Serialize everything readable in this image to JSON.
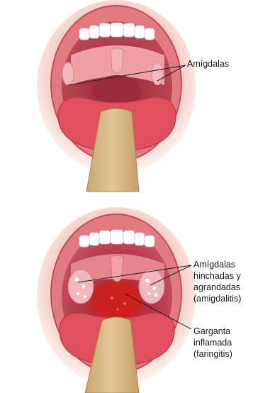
{
  "top_panel": {
    "labels": [
      "Amígdalas"
    ]
  },
  "bottom_panel": {
    "labels": [
      "Amígdalas",
      "hinchadas y",
      "agrandadas",
      "(amigdalitis)",
      "Garganta",
      "inflamada",
      "(faringitis)"
    ]
  },
  "colors": {
    "lip": "#e27a82",
    "lip_dark": "#c64a58",
    "skin": "#f4c1b6",
    "cavity": "#b7444f",
    "palate": "#eea0a6",
    "tongue": "#e0515d",
    "teeth": "#ffffff",
    "depressor": "#d8b784",
    "leader": "#222222"
  }
}
